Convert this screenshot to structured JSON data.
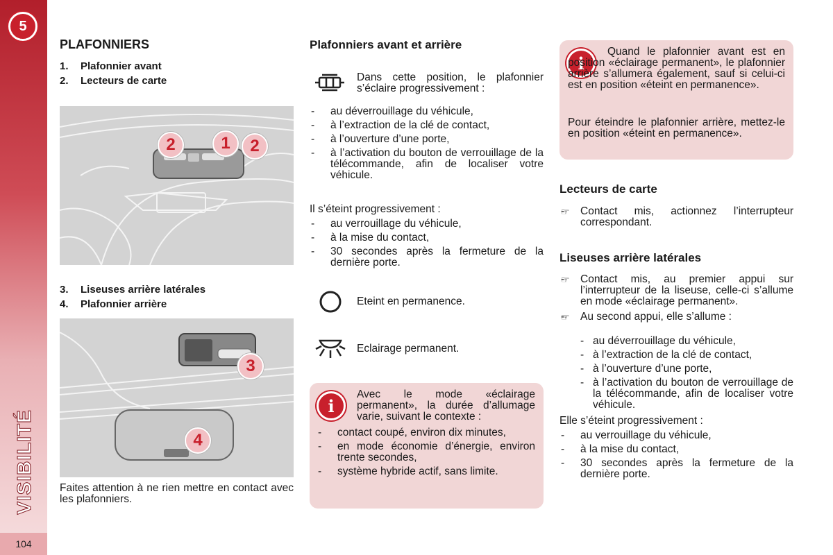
{
  "sidebar": {
    "chapter_number": "5",
    "section_title": "VISIBILITÉ",
    "page_number": "104"
  },
  "col1": {
    "title": "PLAFONNIERS",
    "list_a": [
      {
        "num": "1.",
        "label": "Plafonnier avant"
      },
      {
        "num": "2.",
        "label": "Lecteurs de carte"
      }
    ],
    "image1_callouts": [
      "2",
      "1",
      "2"
    ],
    "list_b": [
      {
        "num": "3.",
        "label": "Liseuses arrière latérales"
      },
      {
        "num": "4.",
        "label": "Plafonnier arrière"
      }
    ],
    "image2_callouts": [
      "3",
      "4"
    ],
    "footer_text": "Faites attention à ne rien mettre en contact avec les plafonniers."
  },
  "col2": {
    "title": "Plafonniers avant et arrière",
    "mode1_icon": "door-courtesy-light-icon",
    "mode1_text": "Dans cette position, le plafonnier s’éclaire progressivement :",
    "mode1_items": [
      "au déverrouillage du véhicule,",
      "à l’extraction de la clé de contact,",
      "à l’ouverture d’une porte,",
      "à l’activation du bouton de verrouillage de la télécommande, afin de localiser votre véhicule."
    ],
    "off_intro": "Il s’éteint progressivement :",
    "off_items": [
      "au verrouillage du véhicule,",
      "à la mise du contact,",
      "30 secondes après la fermeture de la dernière porte."
    ],
    "mode2_icon": "circle-off-icon",
    "mode2_text": "Eteint en permanence.",
    "mode3_icon": "permanent-light-icon",
    "mode3_text": "Eclairage permanent.",
    "info_intro": "Avec le mode «éclairage permanent», la durée d’allumage varie, suivant le contexte :",
    "info_items": [
      "contact coupé, environ dix minutes,",
      "en mode économie d’énergie, environ trente secondes,",
      "système hybride actif, sans limite."
    ]
  },
  "col3": {
    "info_p1": "Quand le plafonnier avant est en position «éclairage permanent», le plafonnier arrière s’allumera également, sauf si celui-ci est en position «éteint en permanence».",
    "info_p2": "Pour éteindre le plafonnier arrière, mettez-le en position «éteint en permanence».",
    "lecteurs_title": "Lecteurs de carte",
    "lecteurs_item": "Contact mis, actionnez l’interrupteur correspondant.",
    "liseuses_title": "Liseuses arrière latérales",
    "liseuses_item1": "Contact mis, au premier appui sur l’interrupteur de la liseuse, celle-ci s’allume en mode «éclairage permanent».",
    "liseuses_item2": "Au second appui, elle s’allume :",
    "liseuses_subitems": [
      "au déverrouillage du véhicule,",
      "à l’extraction de la clé de contact,",
      "à l’ouverture d’une porte,",
      "à l’activation du bouton de verrouillage de la télécommande, afin de localiser votre véhicule."
    ],
    "off_intro": "Elle s’éteint progressivement :",
    "off_items": [
      "au verrouillage du véhicule,",
      "à la mise du contact,",
      "30 secondes après la fermeture de la dernière porte."
    ]
  },
  "colors": {
    "brand_red": "#c8202c",
    "info_box_bg": "#f1d6d6",
    "callout_bg": "#f2c0c4"
  }
}
